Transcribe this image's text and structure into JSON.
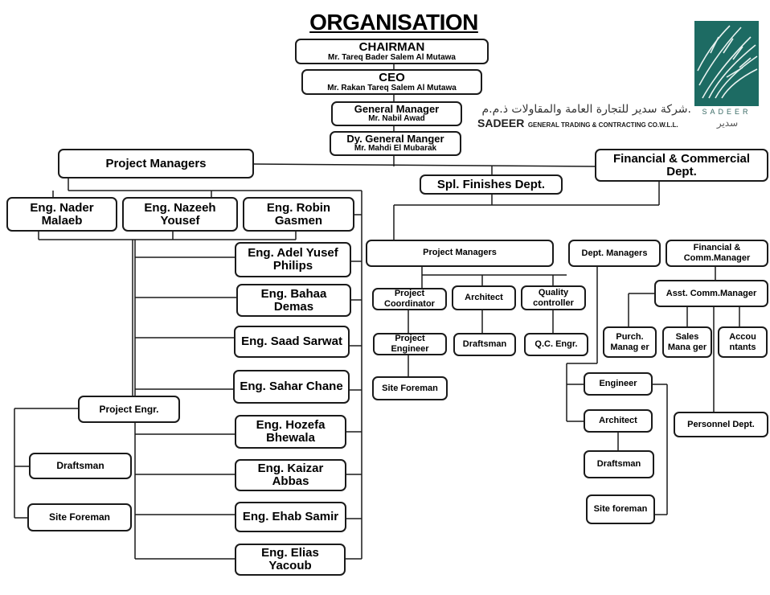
{
  "title": "ORGANISATION CHART",
  "chairman": {
    "role": "CHAIRMAN",
    "name": "Mr. Tareq  Bader  Salem  Al  Mutawa"
  },
  "ceo": {
    "role": "CEO",
    "name": "Mr. Rakan Tareq Salem Al Mutawa"
  },
  "gm": {
    "role": "General Manager",
    "name": "Mr. Nabil Awad"
  },
  "dgm": {
    "role": "Dy. General Manger",
    "name": "Mr. Mahdi El Mubarak"
  },
  "project_managers": "Project Managers",
  "fin_dept": "Financial & Commercial Dept.",
  "spl_finishes": "Spl. Finishes Dept.",
  "engineers_top": [
    "Eng. Nader Malaeb",
    "Eng. Nazeeh Yousef",
    "Eng. Robin Gasmen"
  ],
  "engineers_list": [
    "Eng. Adel Yusef Philips",
    "Eng. Bahaa Demas",
    "Eng. Saad Sarwat",
    "Eng. Sahar Chane",
    "Eng. Hozefa Bhewala",
    "Eng. Kaizar Abbas",
    "Eng. Ehab Samir",
    "Eng. Elias Yacoub"
  ],
  "left_branch": {
    "project_engr": "Project Engr.",
    "draftsman": "Draftsman",
    "site_foreman": "Site Foreman"
  },
  "spl_branch": {
    "project_managers": "Project Managers",
    "project_coordinator": "Project Coordinator",
    "project_engineer": "Project Engineer",
    "site_foreman": "Site Foreman",
    "architect": "Architect",
    "draftsman": "Draftsman",
    "quality_controller": "Quality controller",
    "qc_engr": "Q.C. Engr."
  },
  "right_branch": {
    "dept_managers": "Dept. Managers",
    "engineer": "Engineer",
    "architect": "Architect",
    "draftsman": "Draftsman",
    "site_foreman": "Site foreman",
    "fin_comm_manager": "Financial & Comm.Manager",
    "asst_comm_manager": "Asst. Comm.Manager",
    "purch_manager": "Purch. Manag er",
    "sales_manager": "Sales Mana ger",
    "accountants": "Accou ntants",
    "personnel_dept": "Personnel Dept."
  },
  "company": {
    "arabic": "شركة سدير للتجارة العامة والمقاولات ذ.م.م.",
    "name": "SADEER",
    "rest": "GENERAL TRADING & CONTRACTING CO.W.L.L.",
    "logo_word": "SADEER",
    "logo_arabic": "سدير"
  },
  "colors": {
    "logo": "#1d6b63",
    "line": "#1a1a1a"
  }
}
